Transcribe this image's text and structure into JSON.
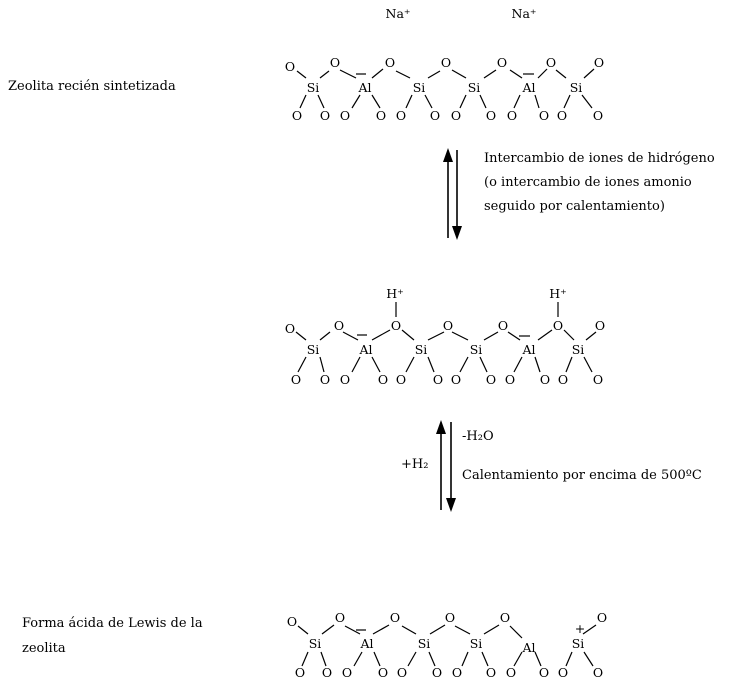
{
  "stage_labels": {
    "fresh": "Zeolita recién sintetizada",
    "lewis_line1": "Forma ácida de Lewis de la",
    "lewis_line2": "zeolita"
  },
  "cations": {
    "sodium": "Na⁺",
    "proton": "H⁺",
    "plus": "+"
  },
  "atoms": {
    "silicon": "Si",
    "aluminum": "Al",
    "oxygen": "O"
  },
  "step1": {
    "line1": "Intercambio de iones de hidrógeno",
    "line2": "(o intercambio de iones amonio",
    "line3": "seguido por calentamiento)"
  },
  "step2": {
    "water": "-H₂O",
    "hydrogen": "+H₂",
    "condition": "Calentamiento por encima de 500ºC"
  }
}
